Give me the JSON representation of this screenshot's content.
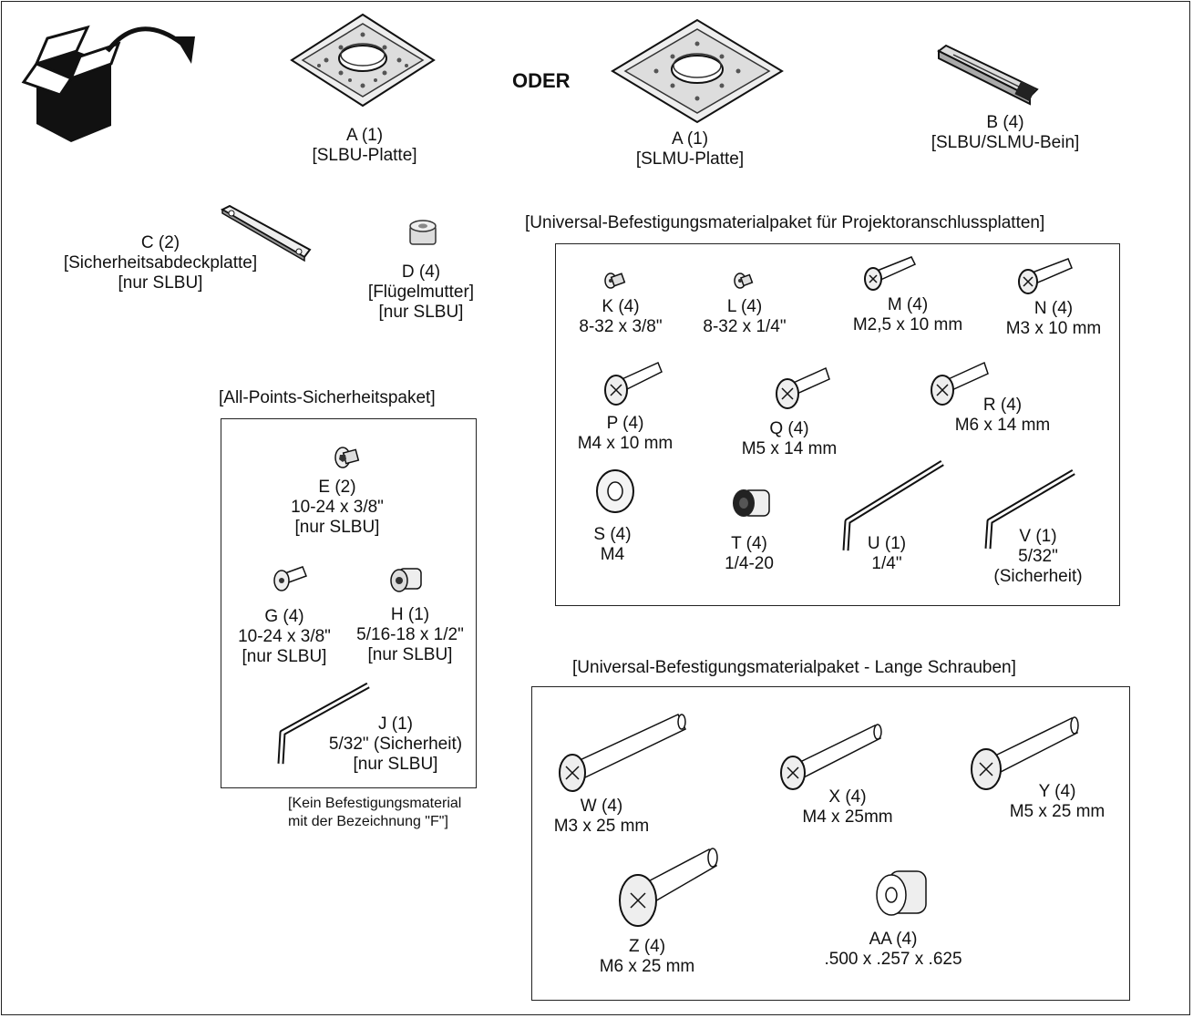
{
  "connector_word": "ODER",
  "parts": {
    "a1": {
      "id": "A (1)",
      "desc": "[SLBU-Platte]"
    },
    "a2": {
      "id": "A (1)",
      "desc": "[SLMU-Platte]"
    },
    "b": {
      "id": "B (4)",
      "desc": "[SLBU/SLMU-Bein]"
    },
    "c": {
      "id": "C (2)",
      "desc": "[Sicherheitsabdeckplatte]",
      "note": "[nur SLBU]"
    },
    "d": {
      "id": "D (4)",
      "desc": "[Flügelmutter]",
      "note": "[nur SLBU]"
    },
    "e": {
      "id": "E (2)",
      "size": "10-24 x 3/8\"",
      "note": "[nur SLBU]"
    },
    "g": {
      "id": "G (4)",
      "size": "10-24 x 3/8\"",
      "note": "[nur SLBU]"
    },
    "h": {
      "id": "H (1)",
      "size": "5/16-18 x 1/2\"",
      "note": "[nur SLBU]"
    },
    "j": {
      "id": "J (1)",
      "size": "5/32\" (Sicherheit)",
      "note": "[nur SLBU]"
    },
    "k": {
      "id": "K (4)",
      "size": "8-32 x 3/8\""
    },
    "l": {
      "id": "L (4)",
      "size": "8-32 x 1/4\""
    },
    "m": {
      "id": "M (4)",
      "size": "M2,5 x 10 mm"
    },
    "n": {
      "id": "N (4)",
      "size": "M3 x 10 mm"
    },
    "p": {
      "id": "P (4)",
      "size": "M4 x 10 mm"
    },
    "q": {
      "id": "Q (4)",
      "size": "M5 x 14 mm"
    },
    "r": {
      "id": "R (4)",
      "size": "M6 x 14 mm"
    },
    "s": {
      "id": "S (4)",
      "size": "M4"
    },
    "t": {
      "id": "T (4)",
      "size": "1/4-20"
    },
    "u": {
      "id": "U (1)",
      "size": "1/4\""
    },
    "v": {
      "id": "V (1)",
      "size": "5/32\"",
      "note": "(Sicherheit)"
    },
    "w": {
      "id": "W (4)",
      "size": "M3 x 25 mm"
    },
    "x": {
      "id": "X (4)",
      "size": "M4 x 25mm"
    },
    "y": {
      "id": "Y (4)",
      "size": "M5 x 25 mm"
    },
    "z": {
      "id": "Z (4)",
      "size": "M6 x 25 mm"
    },
    "aa": {
      "id": "AA (4)",
      "size": ".500 x .257 x .625"
    }
  },
  "sections": {
    "universal": "[Universal-Befestigungsmaterialpaket für Projektoranschlussplatten]",
    "allpoints": "[All-Points-Sicherheitspaket]",
    "long_screws": "[Universal-Befestigungsmaterialpaket - Lange Schrauben]"
  },
  "footnote": [
    "[Kein Befestigungsmaterial",
    "mit der Bezeichnung \"F\"]"
  ]
}
